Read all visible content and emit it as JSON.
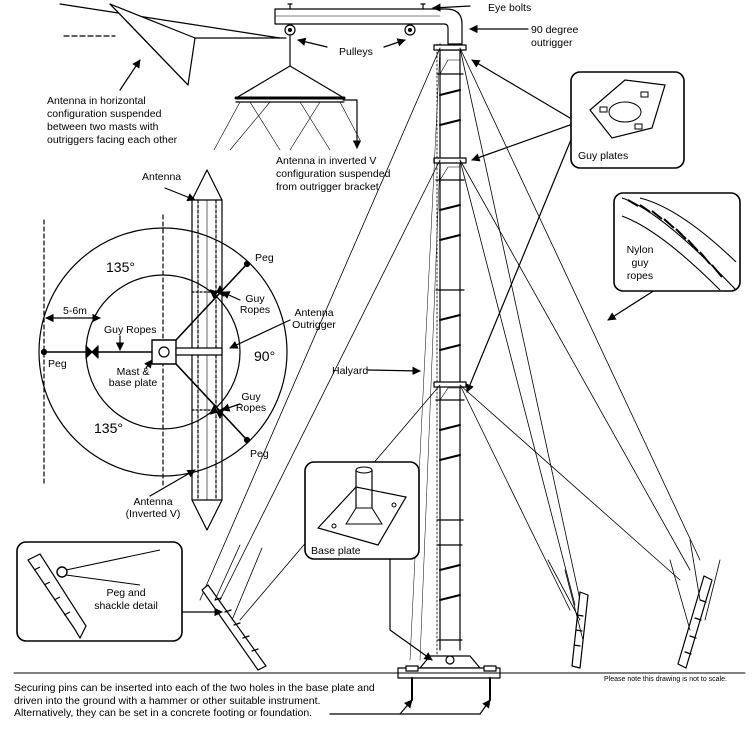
{
  "labels": {
    "eye_bolts": "Eye bolts",
    "outrigger_90": [
      "90 degree",
      "outrigger"
    ],
    "pulleys": "Pulleys",
    "antenna_horizontal": [
      "Antenna in horizontal",
      "configuration suspended",
      "between two masts with",
      "outriggers facing each other"
    ],
    "antenna_inverted_v": [
      "Antenna in inverted V",
      "configuration suspended",
      "from outrigger bracket"
    ],
    "guy_plates": "Guy plates",
    "nylon_guy_ropes": [
      "Nylon",
      "guy",
      "ropes"
    ],
    "halyard": "Halyard",
    "base_plate": "Base plate",
    "peg_shackle": [
      "Peg and",
      "shackle detail"
    ],
    "scale_note": "Please note this drawing is not to scale."
  },
  "plan": {
    "antenna": "Antenna",
    "antenna_inverted": [
      "Antenna",
      "(Inverted V)"
    ],
    "peg_top": "Peg",
    "peg_left": "Peg",
    "peg_bottom": "Peg",
    "angle_top": "135°",
    "angle_bottom": "135°",
    "angle_right": "90°",
    "distance": "5-6m",
    "guy_ropes_left": "Guy Ropes",
    "guy_ropes_upper": [
      "Guy",
      "Ropes"
    ],
    "guy_ropes_lower": [
      "Guy",
      "Ropes"
    ],
    "mast_base": [
      "Mast &",
      "base plate"
    ],
    "antenna_outrigger": [
      "Antenna",
      "Outrigger"
    ]
  },
  "caption": [
    "Securing pins can be inserted into each of the two holes in the base plate and",
    "driven into the ground with a hammer or other suitable instrument.",
    "Alternatively, they can be set in a concrete footing or foundation."
  ]
}
